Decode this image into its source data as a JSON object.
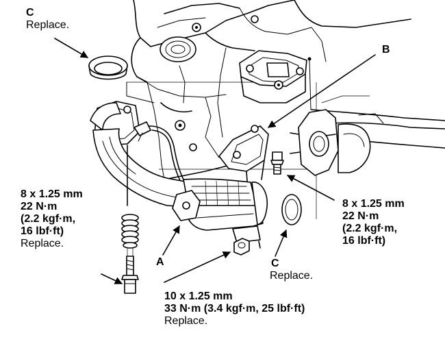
{
  "callouts": {
    "c_top": {
      "letter": "C",
      "note": "Replace."
    },
    "b": {
      "letter": "B"
    },
    "a": {
      "letter": "A"
    },
    "c_bottom": {
      "letter": "C",
      "note": "Replace."
    },
    "bolt_left": {
      "size": "8 x 1.25 mm",
      "torque_nm": "22 N·m",
      "torque_kgf": "(2.2 kgf·m,",
      "torque_lbf": "16 lbf·ft)",
      "note": "Replace."
    },
    "bolt_right": {
      "size": "8 x 1.25 mm",
      "torque_nm": "22 N·m",
      "torque_kgf": "(2.2 kgf·m,",
      "torque_lbf": "16 lbf·ft)"
    },
    "nut_bottom": {
      "size": "10 x 1.25 mm",
      "torque": "33 N·m (3.4 kgf·m, 25 lbf·ft)",
      "note": "Replace."
    }
  }
}
